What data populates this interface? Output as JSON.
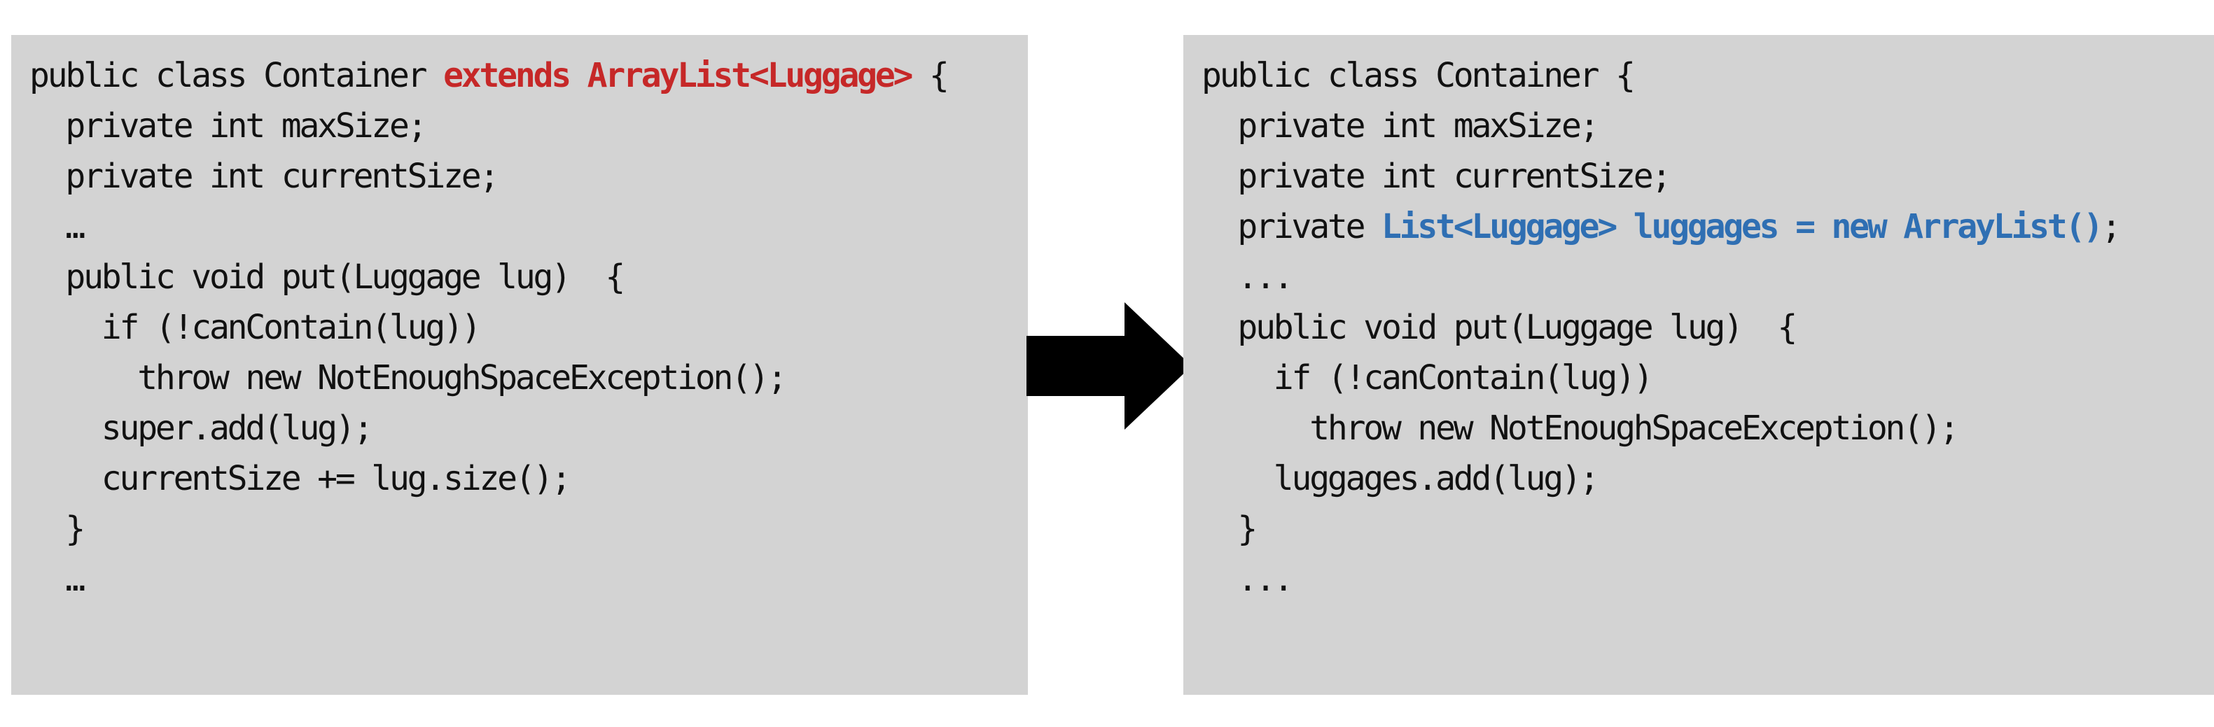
{
  "before": {
    "lines": [
      {
        "pre": "public class Container ",
        "hl": "extends ArrayList<Luggage>",
        "post": " {"
      },
      {
        "pre": "  private int maxSize;",
        "hl": "",
        "post": ""
      },
      {
        "pre": "  private int currentSize;",
        "hl": "",
        "post": ""
      },
      {
        "pre": "  …",
        "hl": "",
        "post": ""
      },
      {
        "pre": "  public void put(Luggage lug)  {",
        "hl": "",
        "post": ""
      },
      {
        "pre": "    if (!canContain(lug))",
        "hl": "",
        "post": ""
      },
      {
        "pre": "      throw new NotEnoughSpaceException();",
        "hl": "",
        "post": ""
      },
      {
        "pre": "    super.add(lug);",
        "hl": "",
        "post": ""
      },
      {
        "pre": "    currentSize += lug.size();",
        "hl": "",
        "post": ""
      },
      {
        "pre": "  }",
        "hl": "",
        "post": ""
      },
      {
        "pre": "  …",
        "hl": "",
        "post": ""
      }
    ]
  },
  "after": {
    "lines": [
      {
        "pre": "public class Container {",
        "hl": "",
        "post": ""
      },
      {
        "pre": "  private int maxSize;",
        "hl": "",
        "post": ""
      },
      {
        "pre": "  private int currentSize;",
        "hl": "",
        "post": ""
      },
      {
        "pre": "  private ",
        "hl": "List<Luggage> luggages = new ArrayList()",
        "post": ";"
      },
      {
        "pre": "  ...",
        "hl": "",
        "post": ""
      },
      {
        "pre": "  public void put(Luggage lug)  {",
        "hl": "",
        "post": ""
      },
      {
        "pre": "    if (!canContain(lug))",
        "hl": "",
        "post": ""
      },
      {
        "pre": "      throw new NotEnoughSpaceException();",
        "hl": "",
        "post": ""
      },
      {
        "pre": "    luggages.add(lug);",
        "hl": "",
        "post": ""
      },
      {
        "pre": "  }",
        "hl": "",
        "post": ""
      },
      {
        "pre": "  ...",
        "hl": "",
        "post": ""
      }
    ]
  },
  "colors": {
    "panel_bg": "#d3d3d3",
    "text": "#111111",
    "highlight_inheritance": "#c62828",
    "highlight_composition": "#2f6fb3",
    "arrow": "#000000"
  },
  "icons": {
    "transition": "right-arrow-icon"
  }
}
